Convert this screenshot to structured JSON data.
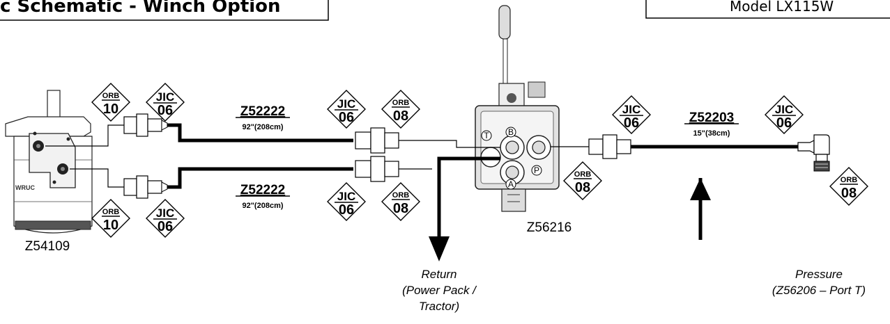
{
  "header": {
    "title": "c Schematic - Winch Option",
    "model": "Model LX115W"
  },
  "parts": {
    "motor": "Z54109",
    "valve": "Z56216",
    "motor_logo": "WRUC"
  },
  "hoses": [
    {
      "part": "Z52222",
      "length": "92\"(208cm)"
    },
    {
      "part": "Z52222",
      "length": "92\"(208cm)"
    },
    {
      "part": "Z52203",
      "length": "15\"(38cm)"
    }
  ],
  "fittings": [
    {
      "type": "ORB",
      "size": "10"
    },
    {
      "type": "JIC",
      "size": "06"
    },
    {
      "type": "JIC",
      "size": "06"
    },
    {
      "type": "ORB",
      "size": "08"
    },
    {
      "type": "JIC",
      "size": "06"
    },
    {
      "type": "JIC",
      "size": "06"
    },
    {
      "type": "ORB",
      "size": "10"
    },
    {
      "type": "JIC",
      "size": "06"
    },
    {
      "type": "JIC",
      "size": "06"
    },
    {
      "type": "ORB",
      "size": "08"
    },
    {
      "type": "ORB",
      "size": "08"
    },
    {
      "type": "ORB",
      "size": "08"
    }
  ],
  "ports": {
    "t": "T",
    "b": "B",
    "a": "A",
    "p": "P"
  },
  "flows": {
    "return_lines": [
      "Return",
      "(Power Pack /",
      "Tractor)"
    ],
    "pressure_lines": [
      "Pressure",
      "(Z56206 – Port T)"
    ]
  }
}
